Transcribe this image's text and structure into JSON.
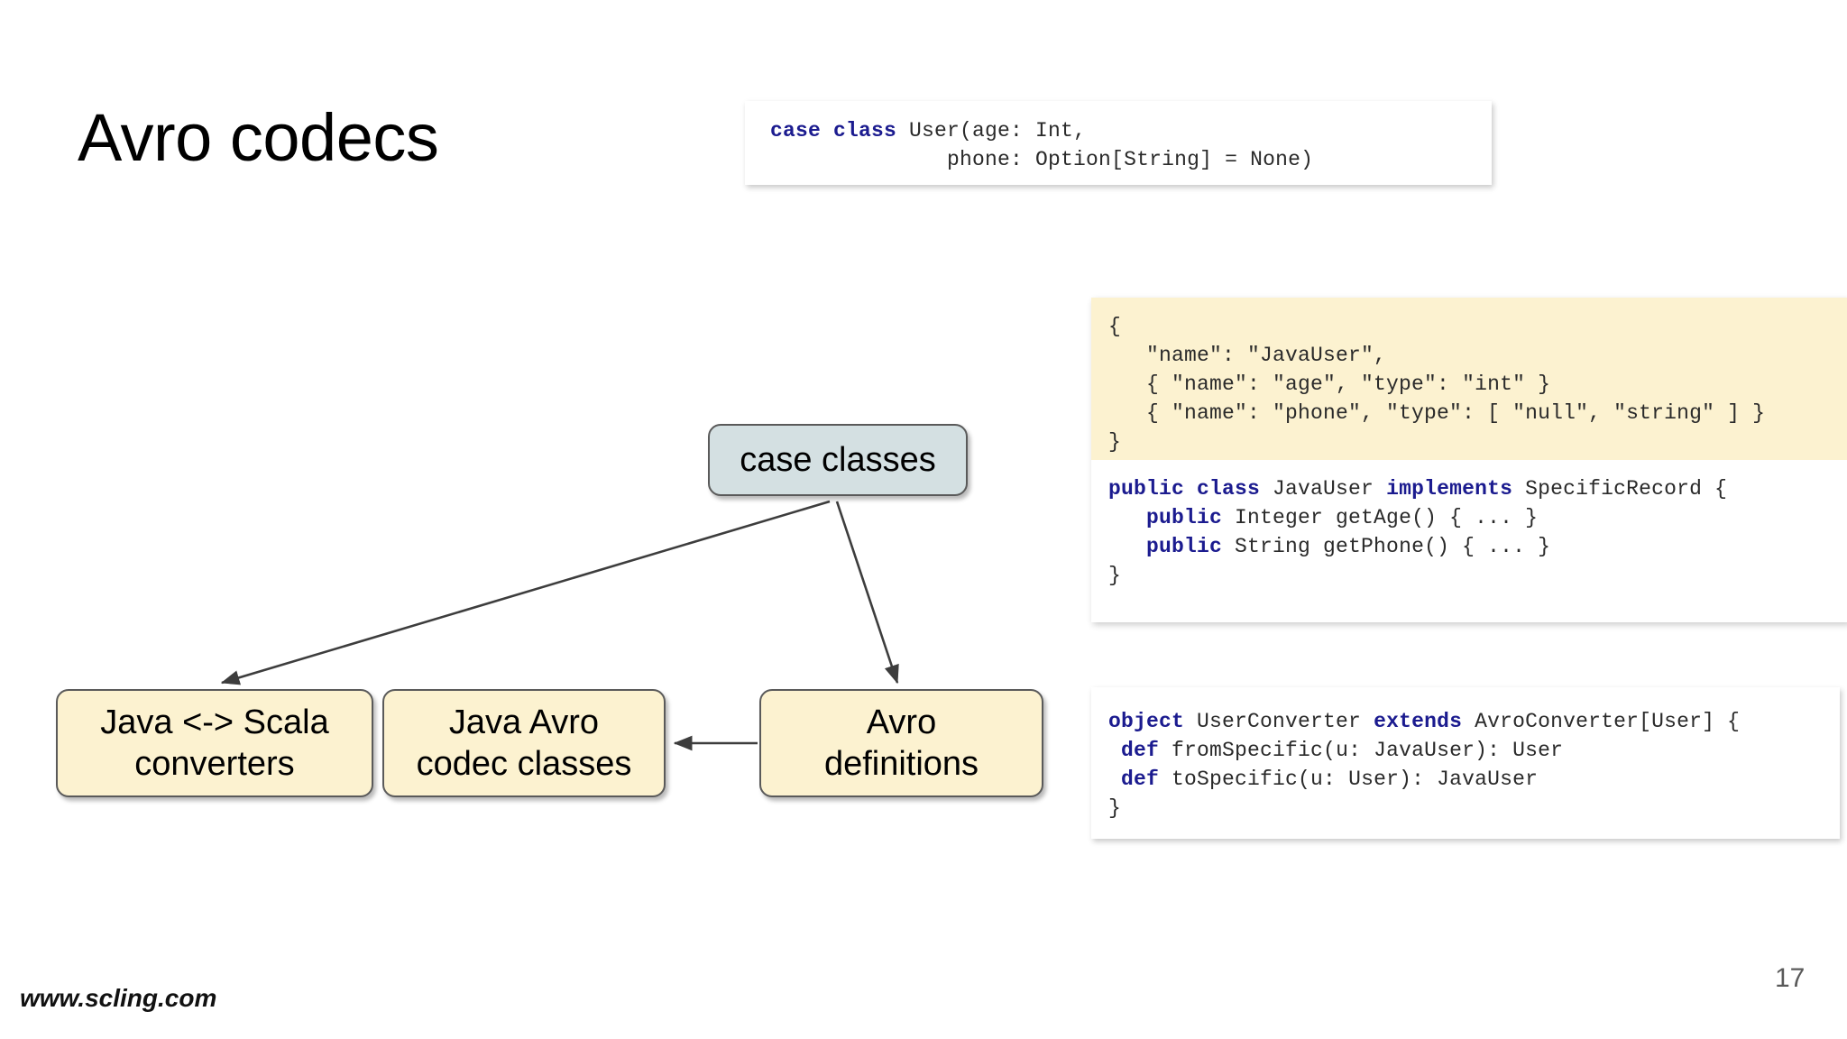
{
  "slide": {
    "title": "Avro codecs",
    "page_number": "17",
    "footer_url": "www.scling.com"
  },
  "colors": {
    "cream": "#FCF2D0",
    "blue_gray": "#D4E0E2",
    "keyword": "#1B1B8F",
    "code_text": "#2A2A2A",
    "node_border": "#5A5A5A",
    "page_number": "#5A5A5A"
  },
  "code_panels": {
    "case_class": {
      "language": "scala",
      "lines": [
        [
          {
            "t": "case class",
            "k": true
          },
          {
            "t": " User(age: Int,",
            "k": false
          }
        ],
        [
          {
            "t": "              phone: Option[String] = None)",
            "k": false
          }
        ]
      ]
    },
    "avro_schema": {
      "language": "json",
      "lines": [
        [
          {
            "t": "{",
            "k": false
          }
        ],
        [
          {
            "t": "   \"name\": \"JavaUser\",",
            "k": false
          }
        ],
        [
          {
            "t": "   { \"name\": \"age\", \"type\": \"int\" }",
            "k": false
          }
        ],
        [
          {
            "t": "   { \"name\": \"phone\", \"type\": [ \"null\", \"string\" ] }",
            "k": false
          }
        ],
        [
          {
            "t": "}",
            "k": false
          }
        ]
      ]
    },
    "java_class": {
      "language": "java",
      "lines": [
        [
          {
            "t": "public class",
            "k": true
          },
          {
            "t": " JavaUser ",
            "k": false
          },
          {
            "t": "implements",
            "k": true
          },
          {
            "t": " SpecificRecord {",
            "k": false
          }
        ],
        [
          {
            "t": "   ",
            "k": false
          },
          {
            "t": "public",
            "k": true
          },
          {
            "t": " Integer getAge() { ... }",
            "k": false
          }
        ],
        [
          {
            "t": "   ",
            "k": false
          },
          {
            "t": "public",
            "k": true
          },
          {
            "t": " String getPhone() { ... }",
            "k": false
          }
        ],
        [
          {
            "t": "}",
            "k": false
          }
        ]
      ]
    },
    "converter": {
      "language": "scala",
      "lines": [
        [
          {
            "t": "object",
            "k": true
          },
          {
            "t": " UserConverter ",
            "k": false
          },
          {
            "t": "extends",
            "k": true
          },
          {
            "t": " AvroConverter[User] {",
            "k": false
          }
        ],
        [
          {
            "t": " ",
            "k": false
          },
          {
            "t": "def",
            "k": true
          },
          {
            "t": " fromSpecific(u: JavaUser): User",
            "k": false
          }
        ],
        [
          {
            "t": " ",
            "k": false
          },
          {
            "t": "def",
            "k": true
          },
          {
            "t": " toSpecific(u: User): JavaUser",
            "k": false
          }
        ],
        [
          {
            "t": "}",
            "k": false
          }
        ]
      ]
    }
  },
  "diagram": {
    "nodes": [
      {
        "id": "case-classes",
        "label": "case classes",
        "style": "blue"
      },
      {
        "id": "java-scala-converters",
        "label": "Java <-> Scala\nconverters",
        "style": "cream"
      },
      {
        "id": "java-avro-codec-classes",
        "label": "Java Avro\ncodec classes",
        "style": "cream"
      },
      {
        "id": "avro-definitions",
        "label": "Avro\ndefinitions",
        "style": "cream"
      }
    ],
    "edges": [
      {
        "from": "case-classes",
        "to": "java-scala-converters"
      },
      {
        "from": "case-classes",
        "to": "avro-definitions"
      },
      {
        "from": "avro-definitions",
        "to": "java-avro-codec-classes"
      }
    ]
  }
}
